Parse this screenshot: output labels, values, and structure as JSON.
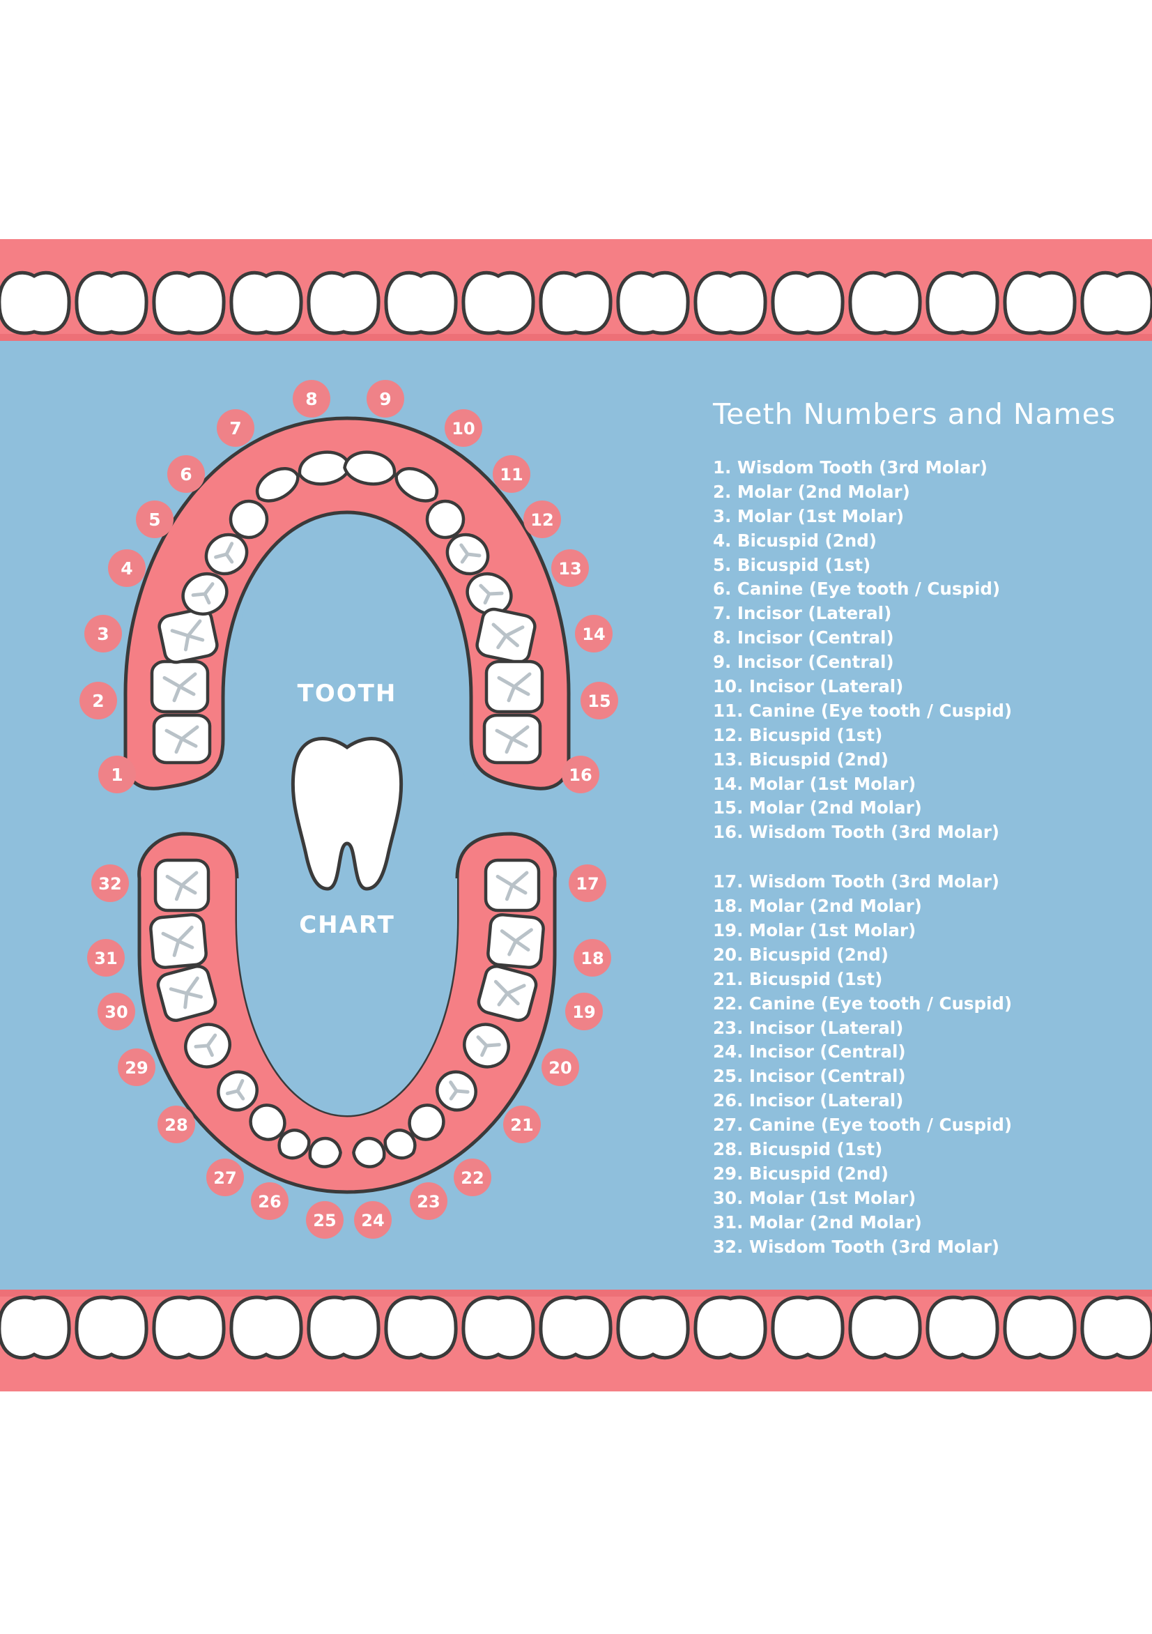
{
  "colors": {
    "background": "#8fbfdc",
    "gum": "#f57f85",
    "gum_dark": "#e0575f",
    "tooth": "#ffffff",
    "outline": "#3a3a3a",
    "fissure": "#b9c2c8",
    "badge": "#ef8288",
    "badge_text": "#ffffff",
    "label_text": "#ffffff"
  },
  "chart": {
    "label_top": "TOOTH",
    "label_bottom": "CHART"
  },
  "legend": {
    "title": "Teeth Numbers and Names",
    "upper": [
      "1. Wisdom Tooth (3rd Molar)",
      "2. Molar (2nd Molar)",
      "3. Molar (1st Molar)",
      "4. Bicuspid (2nd)",
      "5. Bicuspid (1st)",
      "6. Canine (Eye tooth / Cuspid)",
      "7. Incisor (Lateral)",
      "8. Incisor (Central)",
      "9. Incisor (Central)",
      "10. Incisor (Lateral)",
      "11. Canine (Eye tooth / Cuspid)",
      "12. Bicuspid (1st)",
      "13. Bicuspid (2nd)",
      "14. Molar (1st Molar)",
      "15. Molar (2nd Molar)",
      "16. Wisdom Tooth (3rd Molar)"
    ],
    "lower": [
      "17. Wisdom Tooth (3rd Molar)",
      "18. Molar (2nd Molar)",
      "19. Molar (1st Molar)",
      "20. Bicuspid (2nd)",
      "21. Bicuspid (1st)",
      "22. Canine (Eye tooth / Cuspid)",
      "23. Incisor (Lateral)",
      "24. Incisor (Central)",
      "25. Incisor (Central)",
      "26. Incisor (Lateral)",
      "27. Canine (Eye tooth / Cuspid)",
      "28. Bicuspid (1st)",
      "29. Bicuspid (2nd)",
      "30. Molar (1st Molar)",
      "31. Molar (2nd Molar)",
      "32. Wisdom Tooth (3rd Molar)"
    ]
  },
  "tooth_numbers": [
    "1",
    "2",
    "3",
    "4",
    "5",
    "6",
    "7",
    "8",
    "9",
    "10",
    "11",
    "12",
    "13",
    "14",
    "15",
    "16",
    "17",
    "18",
    "19",
    "20",
    "21",
    "22",
    "23",
    "24",
    "25",
    "26",
    "27",
    "28",
    "29",
    "30",
    "31",
    "32"
  ]
}
